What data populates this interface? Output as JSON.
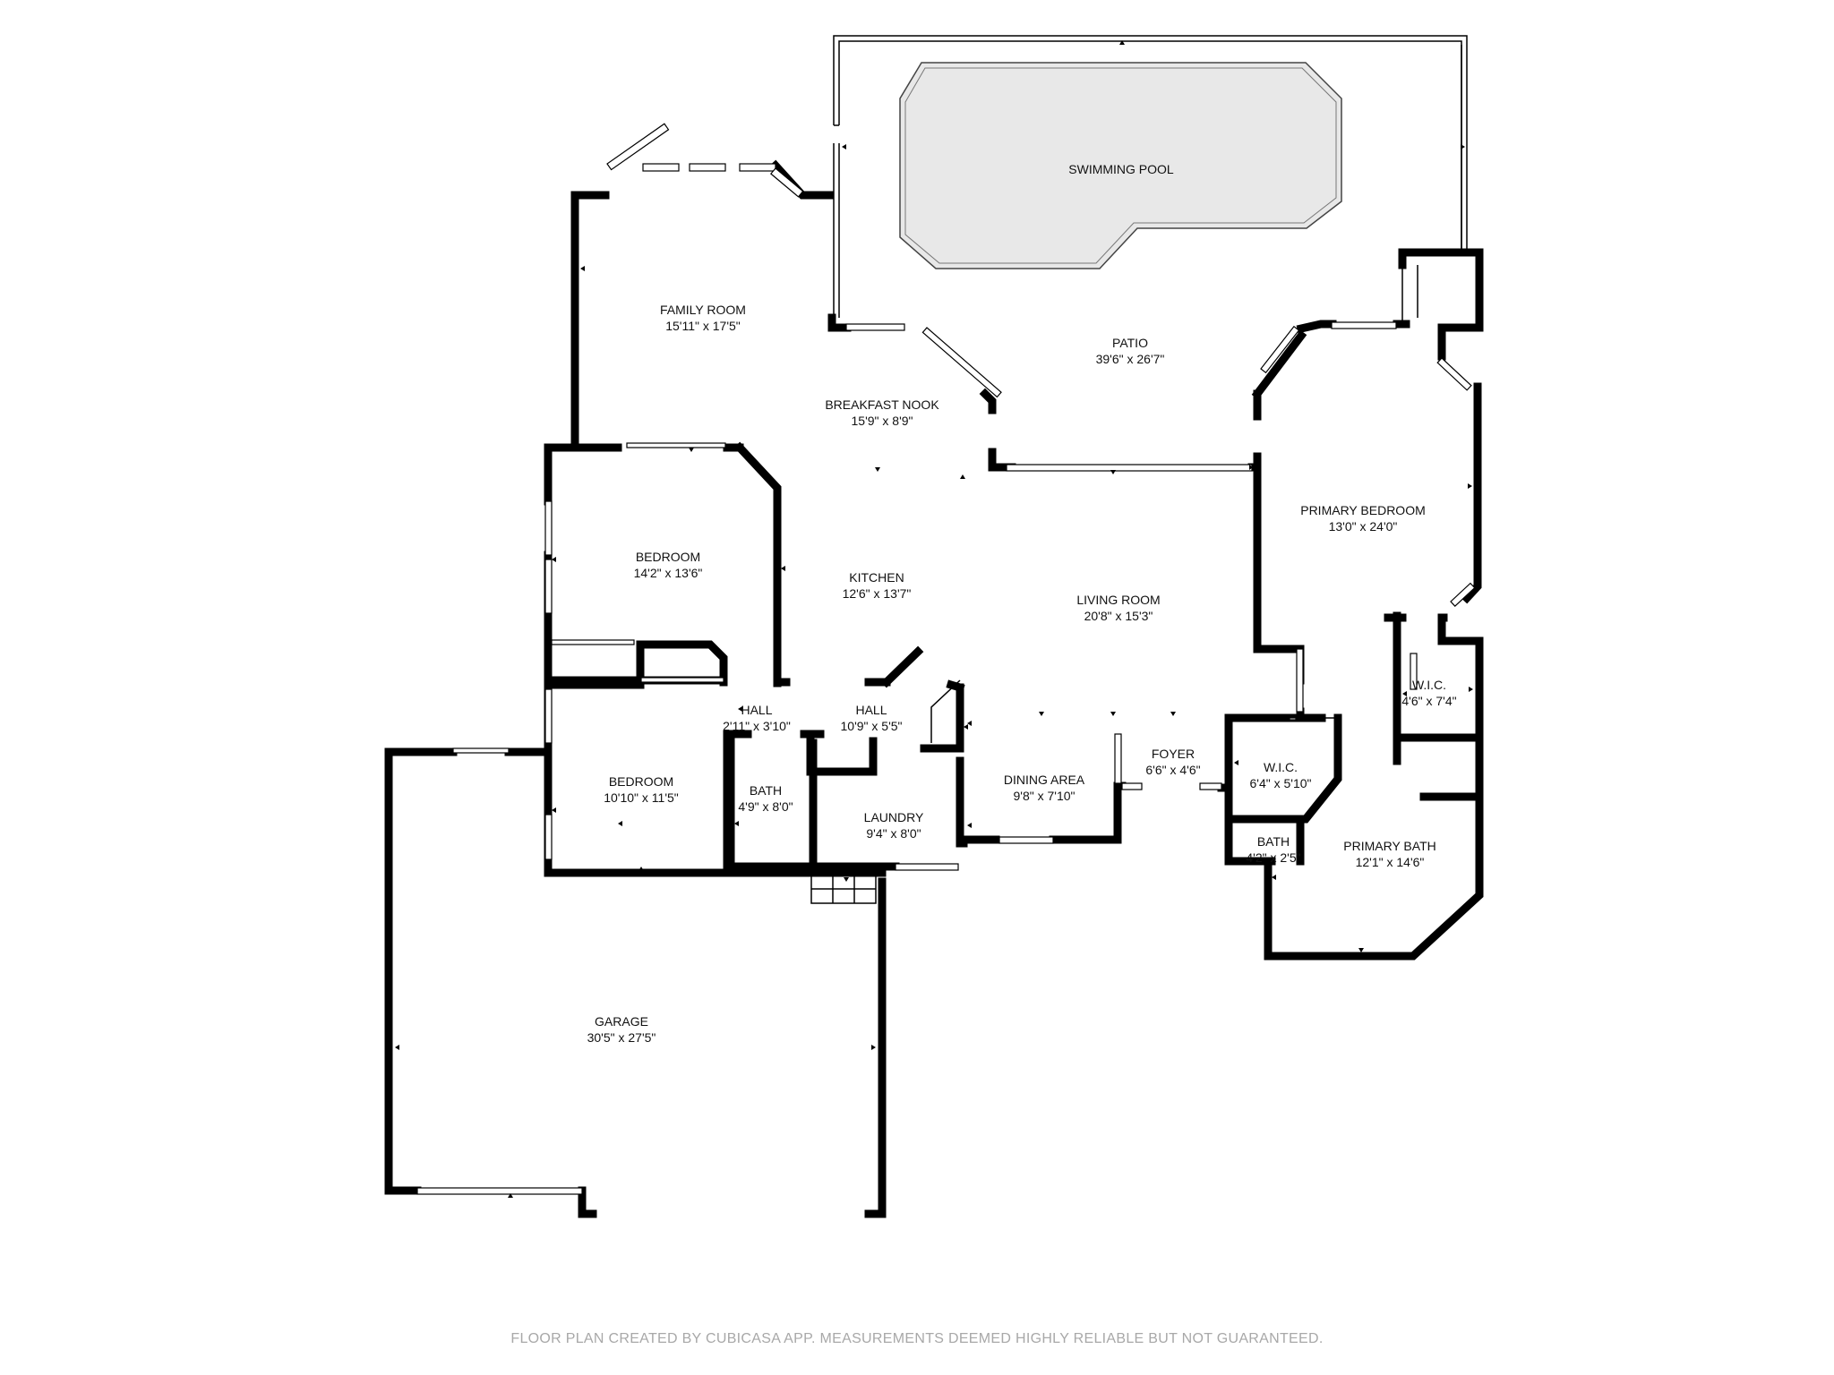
{
  "rooms": {
    "swimming_pool": {
      "name": "SWIMMING POOL"
    },
    "family_room": {
      "name": "FAMILY ROOM",
      "size": "15'11\" x 17'5\""
    },
    "patio": {
      "name": "PATIO",
      "size": "39'6\" x 26'7\""
    },
    "breakfast_nook": {
      "name": "BREAKFAST NOOK",
      "size": "15'9\" x 8'9\""
    },
    "primary_bedroom": {
      "name": "PRIMARY BEDROOM",
      "size": "13'0\" x 24'0\""
    },
    "bedroom_1": {
      "name": "BEDROOM",
      "size": "14'2\" x 13'6\""
    },
    "kitchen": {
      "name": "KITCHEN",
      "size": "12'6\" x 13'7\""
    },
    "living_room": {
      "name": "LIVING ROOM",
      "size": "20'8\" x 15'3\""
    },
    "wic_1": {
      "name": "W.I.C.",
      "size": "4'6\" x 7'4\""
    },
    "hall_1": {
      "name": "HALL",
      "size": "2'11\" x 3'10\""
    },
    "hall_2": {
      "name": "HALL",
      "size": "10'9\" x 5'5\""
    },
    "foyer": {
      "name": "FOYER",
      "size": "6'6\" x 4'6\""
    },
    "wic_2": {
      "name": "W.I.C.",
      "size": "6'4\" x 5'10\""
    },
    "bedroom_2": {
      "name": "BEDROOM",
      "size": "10'10\" x 11'5\""
    },
    "bath_1": {
      "name": "BATH",
      "size": "4'9\" x 8'0\""
    },
    "laundry": {
      "name": "LAUNDRY",
      "size": "9'4\" x 8'0\""
    },
    "dining_area": {
      "name": "DINING AREA",
      "size": "9'8\" x 7'10\""
    },
    "bath_2": {
      "name": "BATH",
      "size": "4'2\" x 2'5\""
    },
    "primary_bath": {
      "name": "PRIMARY BATH",
      "size": "12'1\" x 14'6\""
    },
    "garage": {
      "name": "GARAGE",
      "size": "30'5\" x 27'5\""
    }
  },
  "footer": "FLOOR PLAN CREATED BY CUBICASA APP. MEASUREMENTS DEEMED HIGHLY RELIABLE BUT NOT GUARANTEED."
}
